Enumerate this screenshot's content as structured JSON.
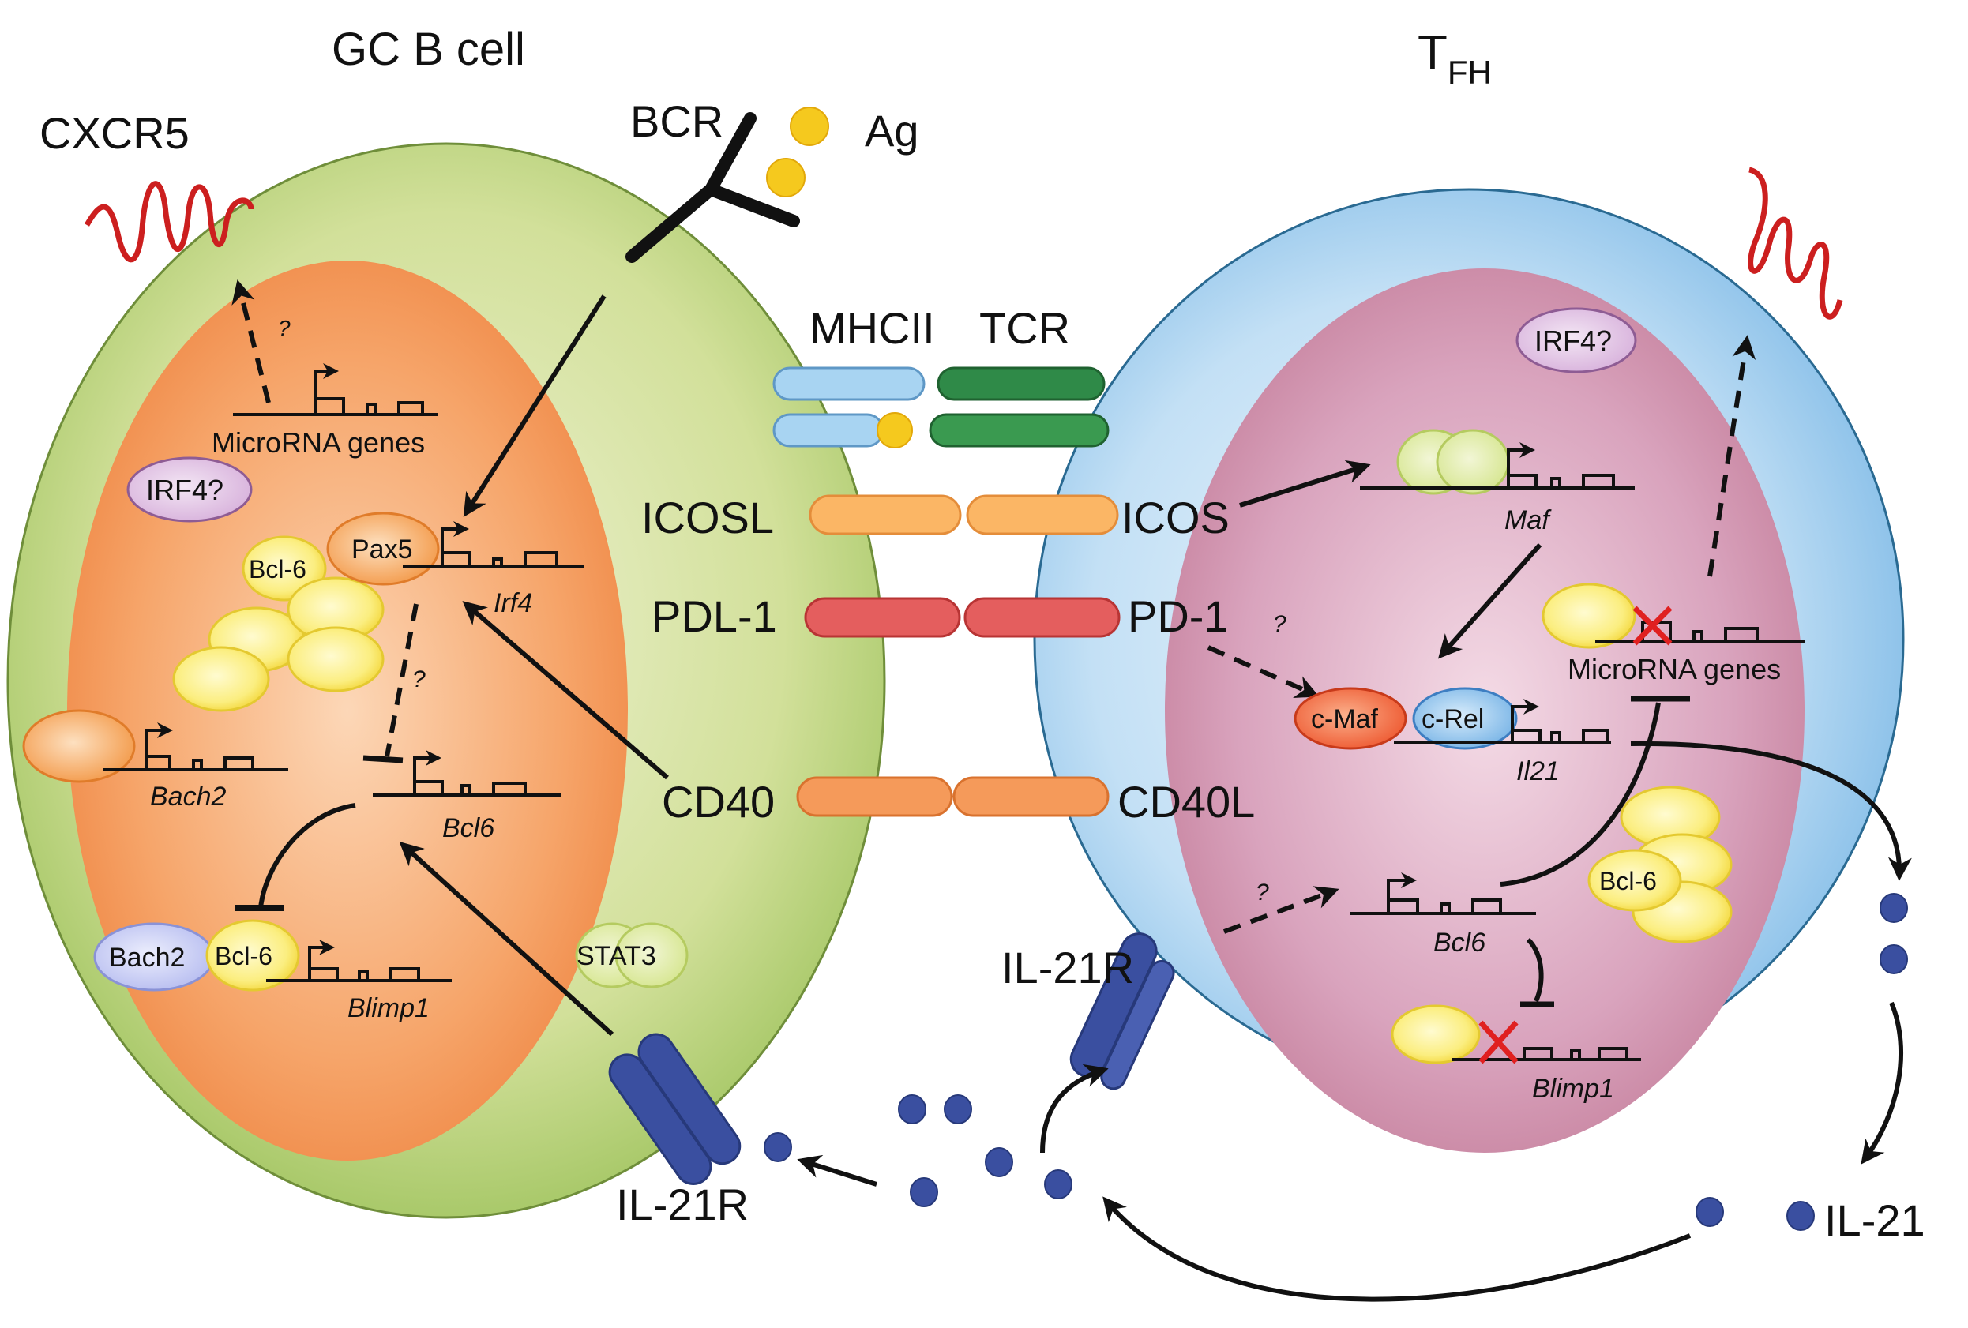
{
  "cells": {
    "b_cell": {
      "title": "GC B cell",
      "membrane_color": "#a9c96a",
      "nucleus_color": "#f2924e"
    },
    "tfh_cell": {
      "title_main": "T",
      "title_sub": "FH",
      "membrane_color": "#8fc3ea",
      "nucleus_color": "#cc8aab"
    }
  },
  "b_cell": {
    "receptor_cxcr5": "CXCR5",
    "bcr": "BCR",
    "antigen": "Ag",
    "microrna_genes": "MicroRNA genes",
    "irf4_factor": "IRF4?",
    "pax5": "Pax5",
    "bcl6_protein": "Bcl-6",
    "irf4_gene": "Irf4",
    "bach2_gene": "Bach2",
    "bcl6_gene": "Bcl6",
    "bach2_protein": "Bach2",
    "bcl6_protein_2": "Bcl-6",
    "blimp1_gene": "Blimp1",
    "stat3": "STAT3",
    "il21r": "IL-21R",
    "question": "?",
    "question_2": "?"
  },
  "interface": {
    "mhcii": "MHCII",
    "tcr": "TCR",
    "icosl": "ICOSL",
    "icos": "ICOS",
    "pdl1": "PDL-1",
    "pd1": "PD-1",
    "cd40": "CD40",
    "cd40l": "CD40L"
  },
  "tfh": {
    "irf4_factor": "IRF4?",
    "maf_gene": "Maf",
    "microrna_genes": "MicroRNA genes",
    "cmaf": "c-Maf",
    "crel": "c-Rel",
    "il21_gene": "Il21",
    "bcl6_protein": "Bcl-6",
    "bcl6_gene": "Bcl6",
    "blimp1_gene": "Blimp1",
    "il21r": "IL-21R",
    "il21": "IL-21",
    "question_pd1": "?",
    "question_il21r": "?"
  }
}
